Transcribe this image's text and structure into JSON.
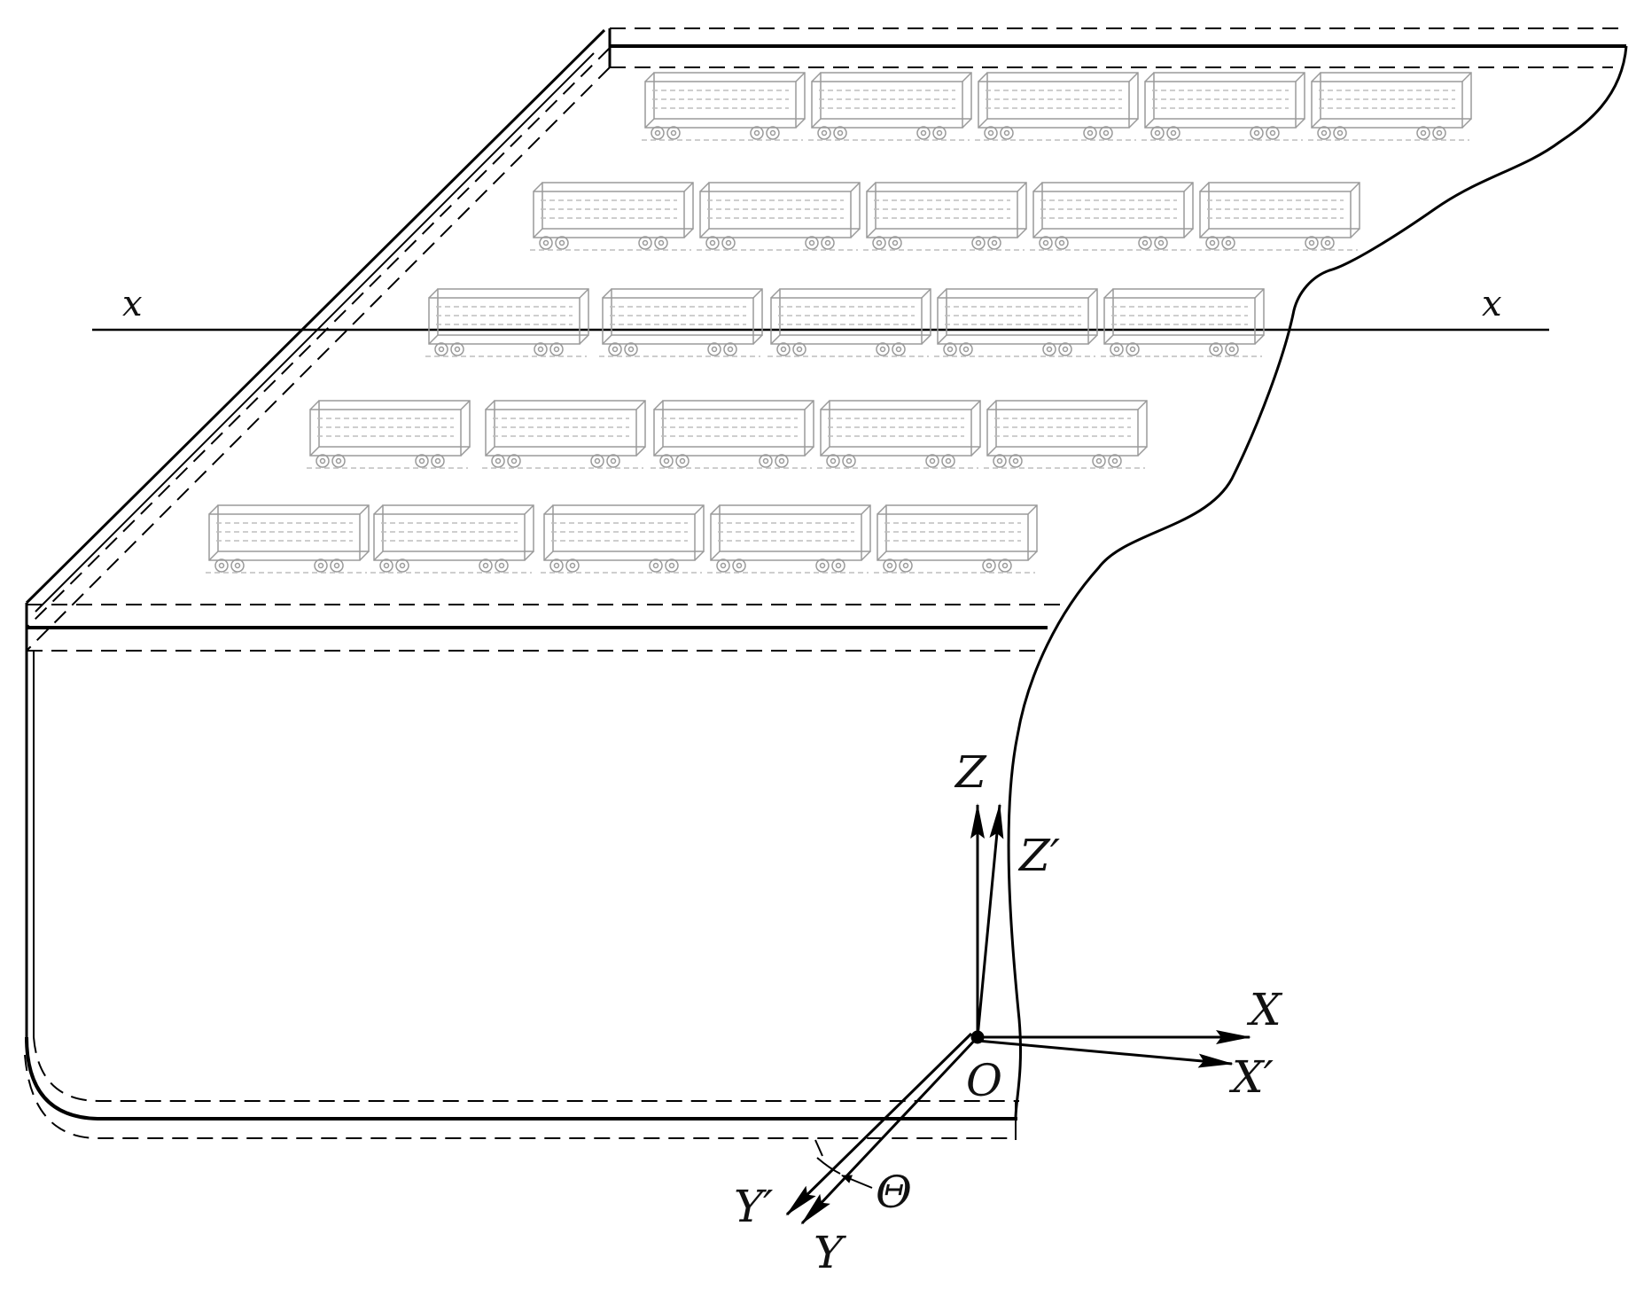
{
  "labels": {
    "section_left": "x",
    "section_right": "x",
    "axis_z": "Z",
    "axis_z_prime": "Z′",
    "axis_x": "X",
    "axis_x_prime": "X′",
    "origin": "O",
    "axis_y": "Y",
    "axis_y_prime": "Y′",
    "angle": "Θ"
  },
  "wagon_rows": [
    5,
    5,
    5,
    5,
    5
  ],
  "colors": {
    "hull_line": "#000000",
    "wagon_line": "#9a9a9a",
    "wagon_dash": "#bdbdbd"
  }
}
